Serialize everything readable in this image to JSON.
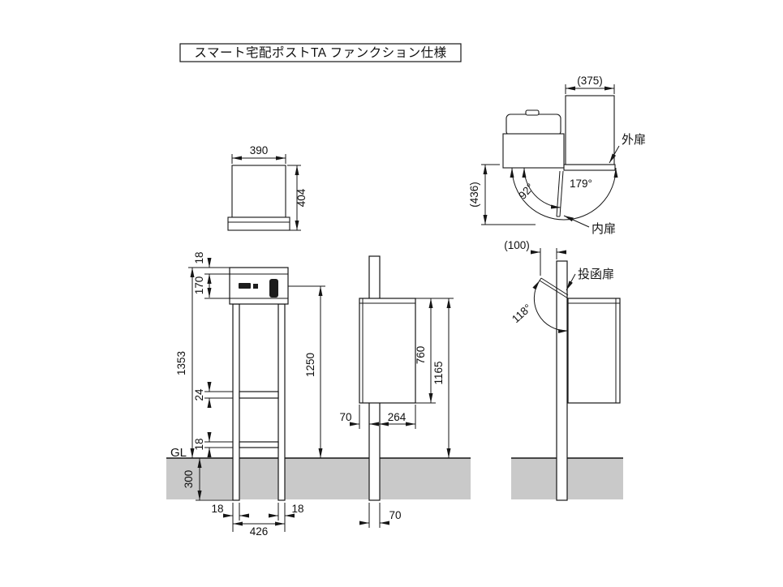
{
  "title": "スマート宅配ポストTA ファンクション仕様",
  "top_view": {
    "width": "390",
    "depth": "404"
  },
  "door_swing_view": {
    "open_width": "(375)",
    "swing_depth": "(436)",
    "outer_door_label": "外扉",
    "inner_door_label": "内扉",
    "outer_door_angle": "179°",
    "inner_door_angle": "92°"
  },
  "front_view": {
    "dim_top_18": "18",
    "dim_170": "170",
    "dim_total_height": "1353",
    "dim_24": "24",
    "dim_lower_18": "18",
    "ground_level_label": "GL",
    "dim_embed_300": "300",
    "dim_1250": "1250",
    "dim_base_left_18": "18",
    "dim_base_426": "426",
    "dim_base_right_18": "18"
  },
  "side_view": {
    "dim_70": "70",
    "dim_264": "264",
    "dim_box_height_760": "760",
    "dim_1165": "1165",
    "dim_pole_70": "70"
  },
  "posting_door_view": {
    "dim_100": "(100)",
    "door_label": "投函扉",
    "angle": "118°"
  }
}
